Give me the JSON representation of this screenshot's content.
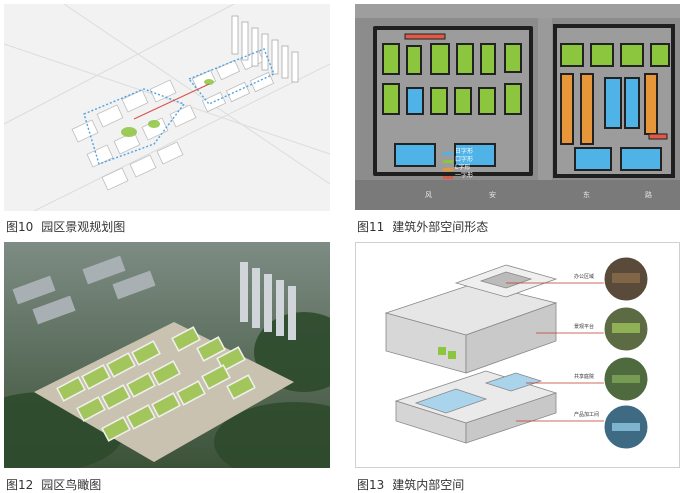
{
  "figures": [
    {
      "number": "图10",
      "title": "园区景观规划图"
    },
    {
      "number": "图11",
      "title": "建筑外部空间形态"
    },
    {
      "number": "图12",
      "title": "园区鸟瞰图"
    },
    {
      "number": "图13",
      "title": "建筑内部空间"
    }
  ],
  "fig11_legend": [
    "日字形",
    "口字形",
    "L字形",
    "一字形"
  ],
  "fig11_street_chars": [
    "风",
    "安",
    "东",
    "路"
  ],
  "fig13_labels": [
    "办公区域",
    "景观平台",
    "共享庭院",
    "产品加工间"
  ],
  "colors": {
    "legend_blue": "#4fb3e8",
    "legend_green": "#8cc63f",
    "legend_orange": "#e8963a",
    "legend_red": "#e05a47",
    "roof_green": "#9cc25a",
    "fig13_line": "#c0392b"
  }
}
